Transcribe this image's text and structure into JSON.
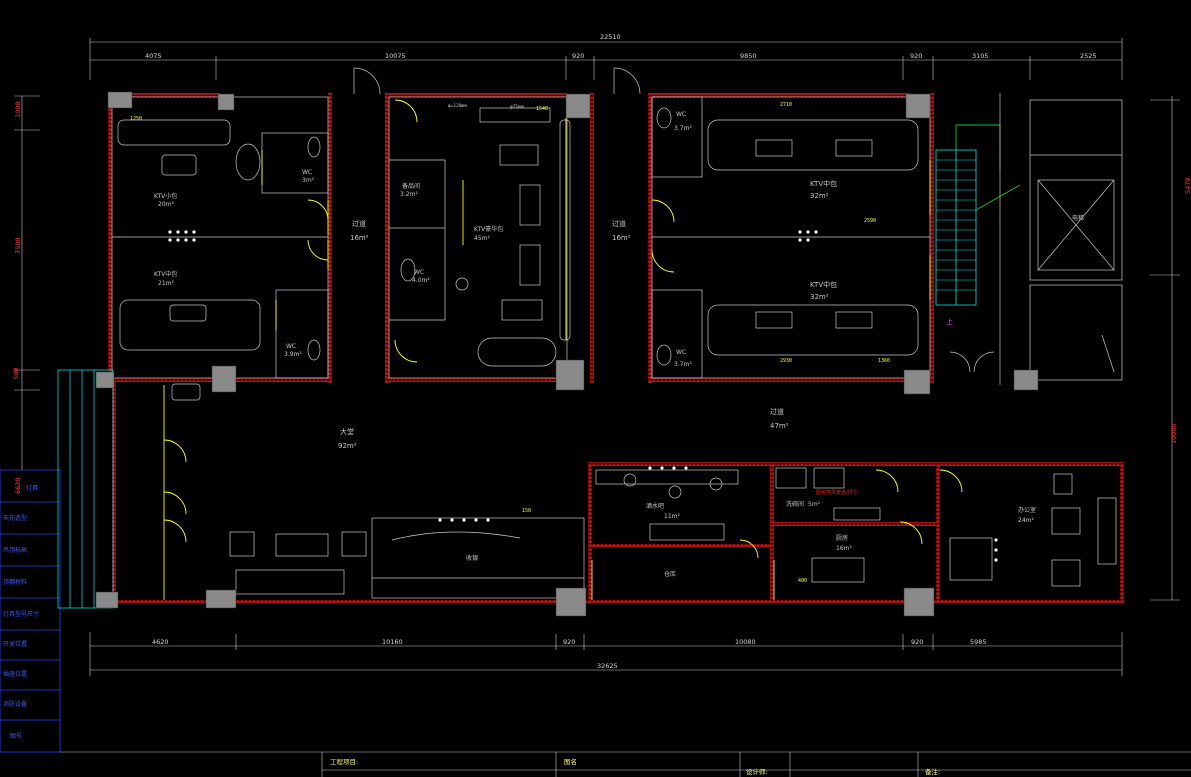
{
  "dims_top": [
    {
      "name": "dim-top-total",
      "text": "22510"
    },
    {
      "name": "dim-top-1",
      "text": "4075"
    },
    {
      "name": "dim-top-2",
      "text": "10075"
    },
    {
      "name": "dim-top-3",
      "text": "920"
    },
    {
      "name": "dim-top-4",
      "text": "9850"
    },
    {
      "name": "dim-top-5",
      "text": "920"
    },
    {
      "name": "dim-top-6",
      "text": "3105"
    },
    {
      "name": "dim-top-7",
      "text": "2525"
    }
  ],
  "dims_bottom": [
    {
      "name": "dim-bottom-1",
      "text": "4620"
    },
    {
      "name": "dim-bottom-2",
      "text": "10160"
    },
    {
      "name": "dim-bottom-3",
      "text": "920"
    },
    {
      "name": "dim-bottom-4",
      "text": "10080"
    },
    {
      "name": "dim-bottom-5",
      "text": "920"
    },
    {
      "name": "dim-bottom-6",
      "text": "5985"
    },
    {
      "name": "dim-bottom-total",
      "text": "32625"
    }
  ],
  "dims_left": [
    {
      "name": "dim-left-1",
      "text": "1000"
    },
    {
      "name": "dim-left-2",
      "text": "7500"
    },
    {
      "name": "dim-left-3",
      "text": "500"
    },
    {
      "name": "dim-left-4",
      "text": "6620"
    }
  ],
  "dims_right": [
    {
      "name": "dim-right-1",
      "text": "5470"
    },
    {
      "name": "dim-right-2",
      "text": "10000"
    }
  ],
  "rooms": [
    {
      "name": "room-ktv-small-1",
      "title": "KTV小包",
      "area": "20m²"
    },
    {
      "name": "room-ktv-mid-1",
      "title": "KTV中包",
      "area": "21m²"
    },
    {
      "name": "room-wc-1",
      "title": "WC",
      "area": "3m²"
    },
    {
      "name": "room-wc-2",
      "title": "WC",
      "area": "3.9m²"
    },
    {
      "name": "room-corridor-1",
      "title": "过道",
      "area": "16m²"
    },
    {
      "name": "room-storage",
      "title": "备品间",
      "area": "3.2m²"
    },
    {
      "name": "room-wc-3",
      "title": "WC",
      "area": "4.0m²"
    },
    {
      "name": "room-ktv-large",
      "title": "KTV豪华包",
      "area": "45m²"
    },
    {
      "name": "room-corridor-2",
      "title": "过道",
      "area": "16m²"
    },
    {
      "name": "room-wc-4",
      "title": "WC",
      "area": "3.7m²"
    },
    {
      "name": "room-ktv-mid-2",
      "title": "KTV中包",
      "area": "32m²"
    },
    {
      "name": "room-ktv-mid-3",
      "title": "KTV中包",
      "area": "32m²"
    },
    {
      "name": "room-wc-5",
      "title": "WC",
      "area": "3.7m²"
    },
    {
      "name": "room-hall",
      "title": "大堂",
      "area": "92m²"
    },
    {
      "name": "room-corridor-3",
      "title": "过道",
      "area": "47m²"
    },
    {
      "name": "room-bar",
      "title": "酒水吧",
      "area": "11m²"
    },
    {
      "name": "room-office",
      "title": "办公室",
      "area": "24m²"
    },
    {
      "name": "room-cashier",
      "title": "收银",
      "area": ""
    },
    {
      "name": "room-kitchen",
      "title": "厨房",
      "area": "16m²"
    },
    {
      "name": "room-dish",
      "title": "洗碗间",
      "area": "5m²"
    },
    {
      "name": "room-stock",
      "title": "仓库",
      "area": ""
    },
    {
      "name": "room-elevator",
      "title": "电梯",
      "area": ""
    }
  ],
  "stair_up": "上",
  "red_note": "厨房排风管道/尺寸",
  "legend_blue": [
    "灯具",
    "天花造型",
    "吊顶标高",
    "顶棚材料",
    "灯具型号尺寸",
    "开关位置",
    "插座位置",
    "消防设备",
    "图号"
  ],
  "title_block": {
    "project": "工程项目:",
    "drawing": "图名",
    "designer": "设计师:",
    "remark": "备注:"
  },
  "tiny_labels": [
    "φ=120mm",
    "φ75mm",
    "1250",
    "2710",
    "1540",
    "2590",
    "2930",
    "1360",
    "400",
    "150"
  ]
}
